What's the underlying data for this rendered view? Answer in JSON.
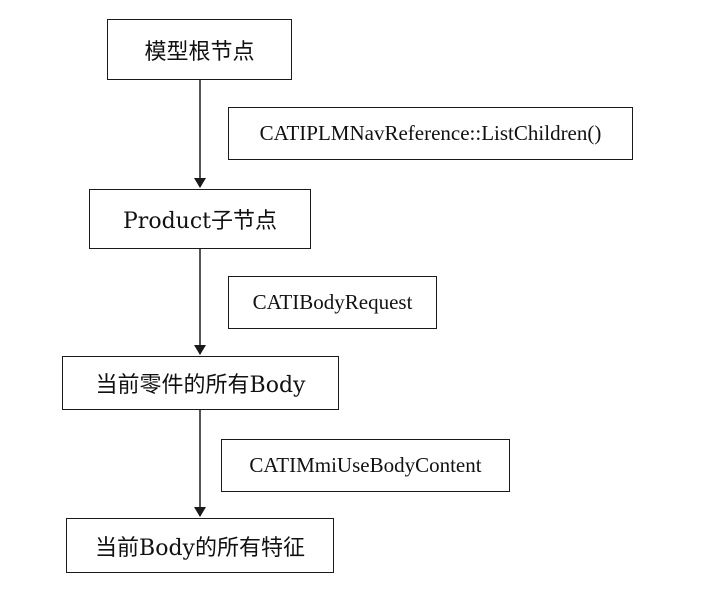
{
  "diagram": {
    "nodes": [
      {
        "id": "root",
        "label": "模型根节点"
      },
      {
        "id": "product",
        "label": "Product子节点"
      },
      {
        "id": "bodies",
        "label": "当前零件的所有Body"
      },
      {
        "id": "features",
        "label": "当前Body的所有特征"
      }
    ],
    "interfaces": [
      {
        "id": "nav",
        "label": "CATIPLMNavReference::ListChildren()"
      },
      {
        "id": "bodyreq",
        "label": "CATIBodyRequest"
      },
      {
        "id": "usebody",
        "label": "CATIMmiUseBodyContent"
      }
    ],
    "edges": [
      {
        "from": "root",
        "to": "product",
        "via": "nav"
      },
      {
        "from": "product",
        "to": "bodies",
        "via": "bodyreq"
      },
      {
        "from": "bodies",
        "to": "features",
        "via": "usebody"
      }
    ],
    "colors": {
      "line": "#1a1a1a",
      "background": "#ffffff"
    }
  }
}
